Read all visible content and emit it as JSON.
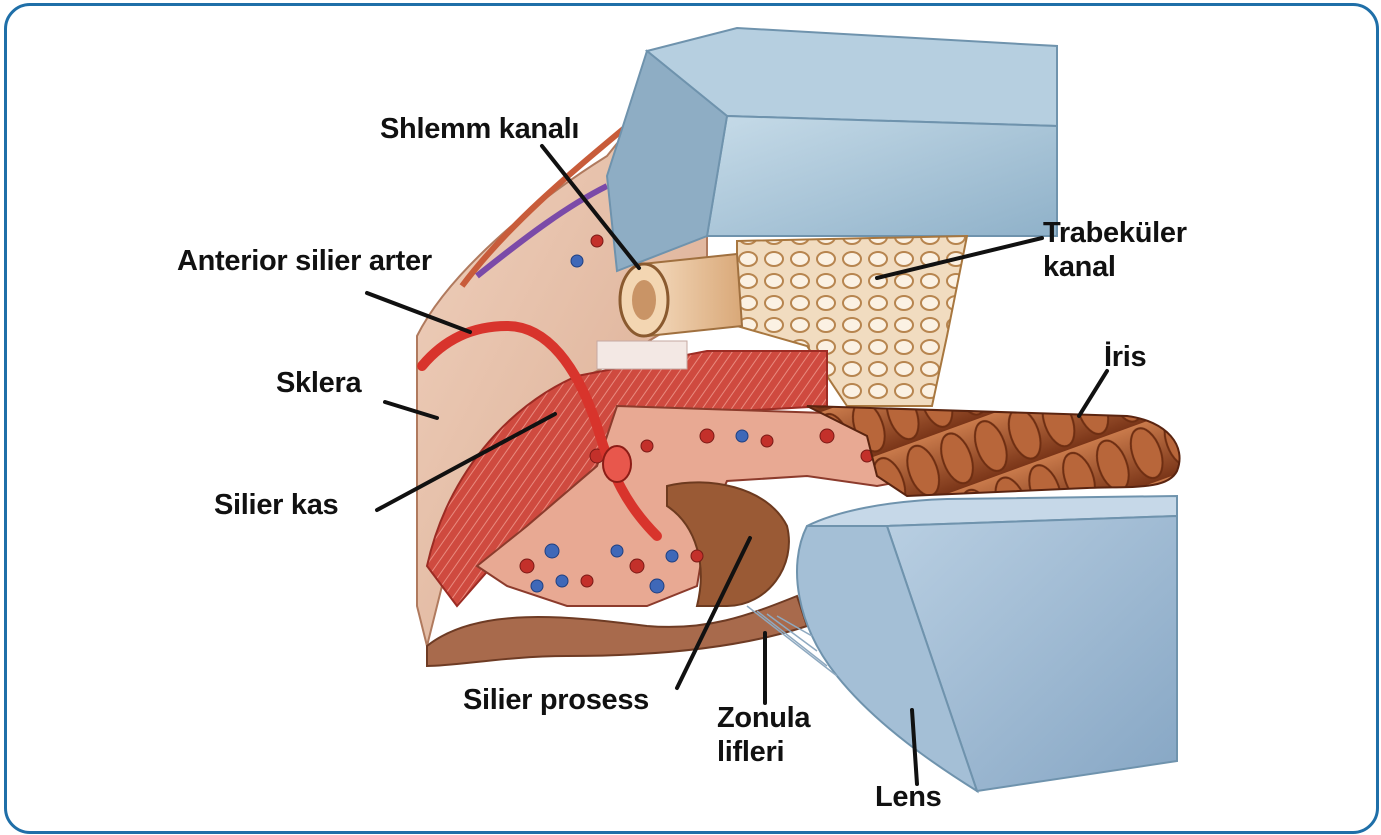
{
  "labels": {
    "schlemm": "Shlemm kanalı",
    "trabecular_line1": "Trabeküler",
    "trabecular_line2": "kanal",
    "anterior_artery": "Anterior silier arter",
    "iris": "İris",
    "sclera": "Sklera",
    "ciliary_muscle": "Silier kas",
    "ciliary_process": "Silier prosess",
    "zonula_line1": "Zonula",
    "zonula_line2": "lifleri",
    "lens": "Lens"
  },
  "colors": {
    "frame": "#1f6fa8",
    "sclera": "#e9c3ac",
    "cornea_block": "#a9c6d8",
    "lens_block": "#9fbbd3",
    "artery": "#d8342c",
    "muscle": "#c9443c",
    "iris": "#a8522e",
    "trabecular": "#e6c596"
  }
}
